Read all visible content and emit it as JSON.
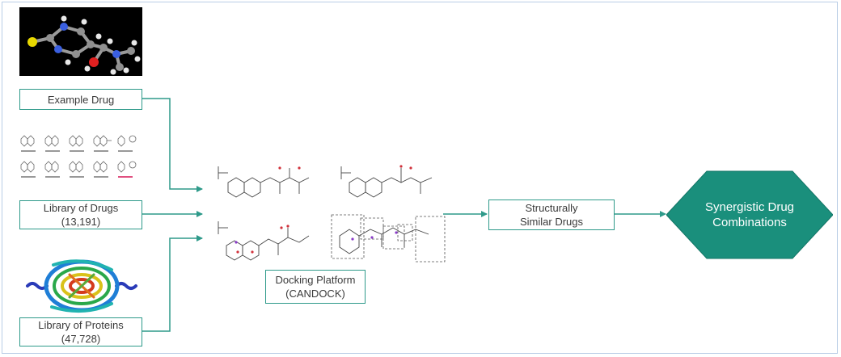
{
  "colors": {
    "connector": "#2e9a8a",
    "diamond_fill": "#1a8f7c",
    "text": "#3a3a3a"
  },
  "nodes": {
    "example_drug": {
      "label": "Example Drug"
    },
    "library_drugs": {
      "line1": "Library of Drugs",
      "line2": "(13,191)"
    },
    "library_proteins": {
      "line1": "Library of Proteins",
      "line2": "(47,728)"
    },
    "docking": {
      "line1": "Docking Platform",
      "line2": "(CANDOCK)"
    },
    "similar": {
      "line1": "Structurally",
      "line2": "Similar Drugs"
    },
    "synergy": {
      "line1": "Synergistic Drug",
      "line2": "Combinations"
    }
  },
  "images": {
    "molecule": "3d-molecule-image",
    "drug_grid": "drug-structures-grid",
    "protein": "protein-ribbon-image",
    "docking_structures": "docked-structures-image"
  }
}
